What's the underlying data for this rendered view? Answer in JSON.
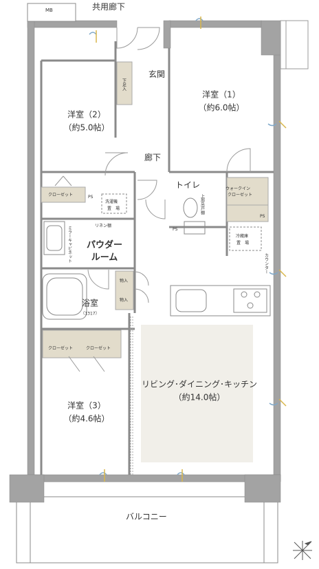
{
  "labels": {
    "mb": "MB",
    "common_corridor": "共用廊下",
    "genkan": "玄関",
    "shoe_storage": "下足入",
    "western1_name": "洋室（1）",
    "western1_size": "（約6.0帖）",
    "western2_name": "洋室（2）",
    "western2_size": "（約5.0帖）",
    "corridor": "廊下",
    "toilet": "トイレ",
    "upper_cabinet": "上部吊戸棚",
    "walkin_l1": "ウォークイン",
    "walkin_l2": "クローゼット",
    "closet": "クローゼット",
    "ps": "PS",
    "laundry_l1": "洗濯機",
    "laundry_l2": "置　場",
    "linen": "リネン棚",
    "mirror_cabinet": "ミラーキャビネット",
    "powder_l1": "パウダー",
    "powder_l2": "ルーム",
    "fridge_l1": "冷蔵庫",
    "fridge_l2": "置　場",
    "counter": "カウンター",
    "storage": "物入",
    "bathroom": "浴室",
    "bath_size": "（1317）",
    "ldk_name": "リビング･ダイニング･キッチン",
    "ldk_size": "（約14.0帖）",
    "western3_name": "洋室（3）",
    "western3_size": "（約4.6帖）",
    "balcony": "バルコニー"
  },
  "colors": {
    "wall": "#999999",
    "closet_fill": "#e2dccb",
    "ldk_floor": "#f1efe9",
    "line": "#777777",
    "airflow_blue": "#7fa8c9",
    "airflow_gold": "#d8b64a"
  },
  "icons": [
    "compass-icon",
    "door-swing-icon",
    "airflow-icon",
    "bathtub-icon",
    "stove-icon",
    "sink-icon",
    "toilet-icon",
    "washbasin-icon"
  ]
}
